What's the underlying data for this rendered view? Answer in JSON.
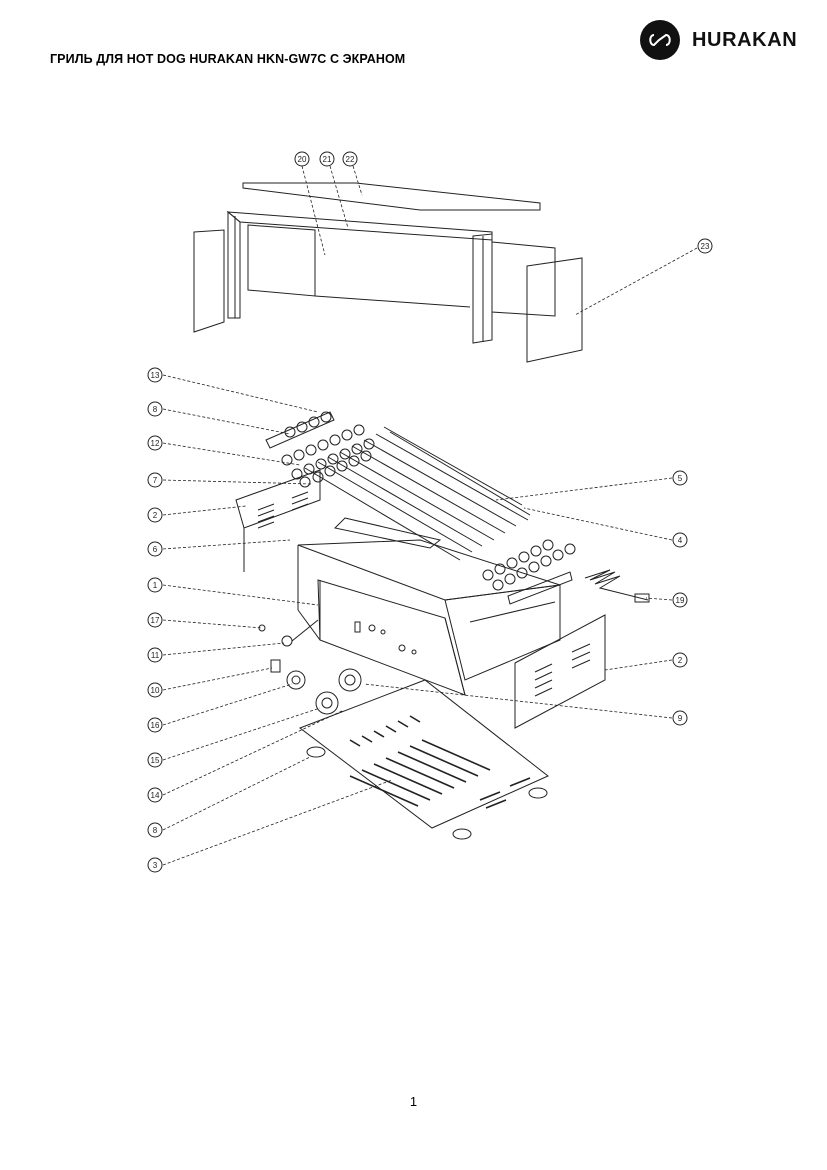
{
  "header": {
    "title": "ГРИЛЬ ДЛЯ HOT DOG HURAKAN HKN-GW7C С ЭКРАНОМ",
    "brand": "HURAKAN",
    "logo_icon": "infinity-loop-icon"
  },
  "diagram": {
    "callouts": {
      "c20": "20",
      "c21": "21",
      "c22": "22",
      "c23": "23",
      "c13": "13",
      "c8a": "8",
      "c12": "12",
      "c7": "7",
      "c2a": "2",
      "c6": "6",
      "c1": "1",
      "c17": "17",
      "c11": "11",
      "c10": "10",
      "c16": "16",
      "c15": "15",
      "c14": "14",
      "c8b": "8",
      "c3": "3",
      "c5": "5",
      "c4": "4",
      "c19": "19",
      "c2b": "2",
      "c9": "9"
    }
  },
  "footer": {
    "page_number": "1"
  }
}
